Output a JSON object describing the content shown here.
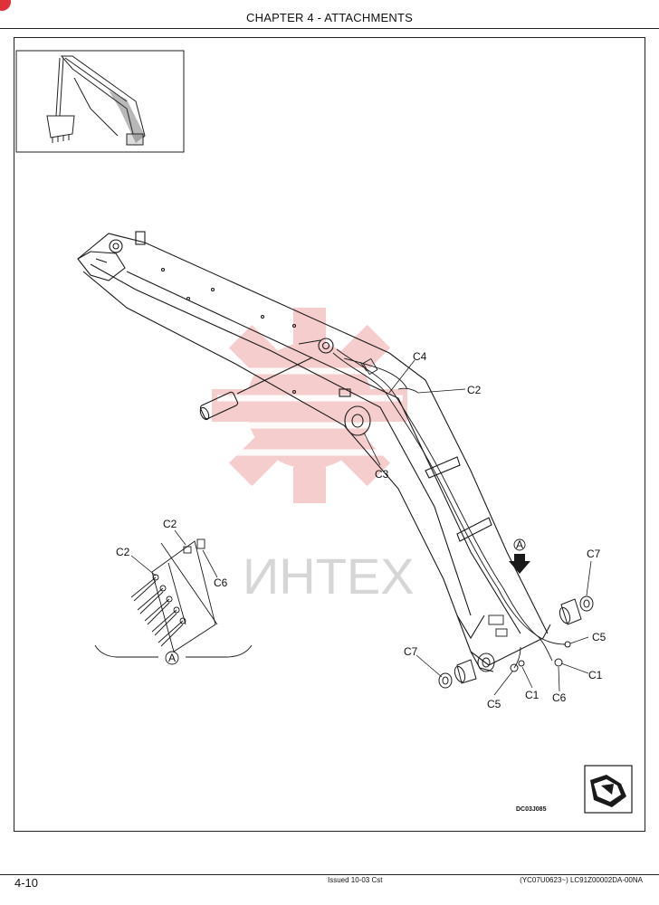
{
  "header": {
    "chapter_title": "CHAPTER 4 - ATTACHMENTS"
  },
  "watermark": {
    "text": "ИНТЕХ",
    "color": "#e8a0a0"
  },
  "callouts": {
    "c4": "C4",
    "c2_boom": "C2",
    "c3": "C3",
    "c2_detail_top": "C2",
    "c2_detail_left": "C2",
    "c6_detail": "C6",
    "a_view": "A",
    "a_arrow": "A",
    "c7_right": "C7",
    "c5_right": "C5",
    "c1_right": "C1",
    "c6_bottom": "C6",
    "c1_bottom": "C1",
    "c5_bottom": "C5",
    "c7_left": "C7"
  },
  "drawing_code": "DC03J085",
  "footer": {
    "page_number": "4-10",
    "issued": "Issued 10-03   Cst",
    "doc_id": "(YC07U0623~)   LC91Z00002DA-00NA"
  },
  "colors": {
    "accent": "#e0303a",
    "line": "#1a1a1a"
  }
}
